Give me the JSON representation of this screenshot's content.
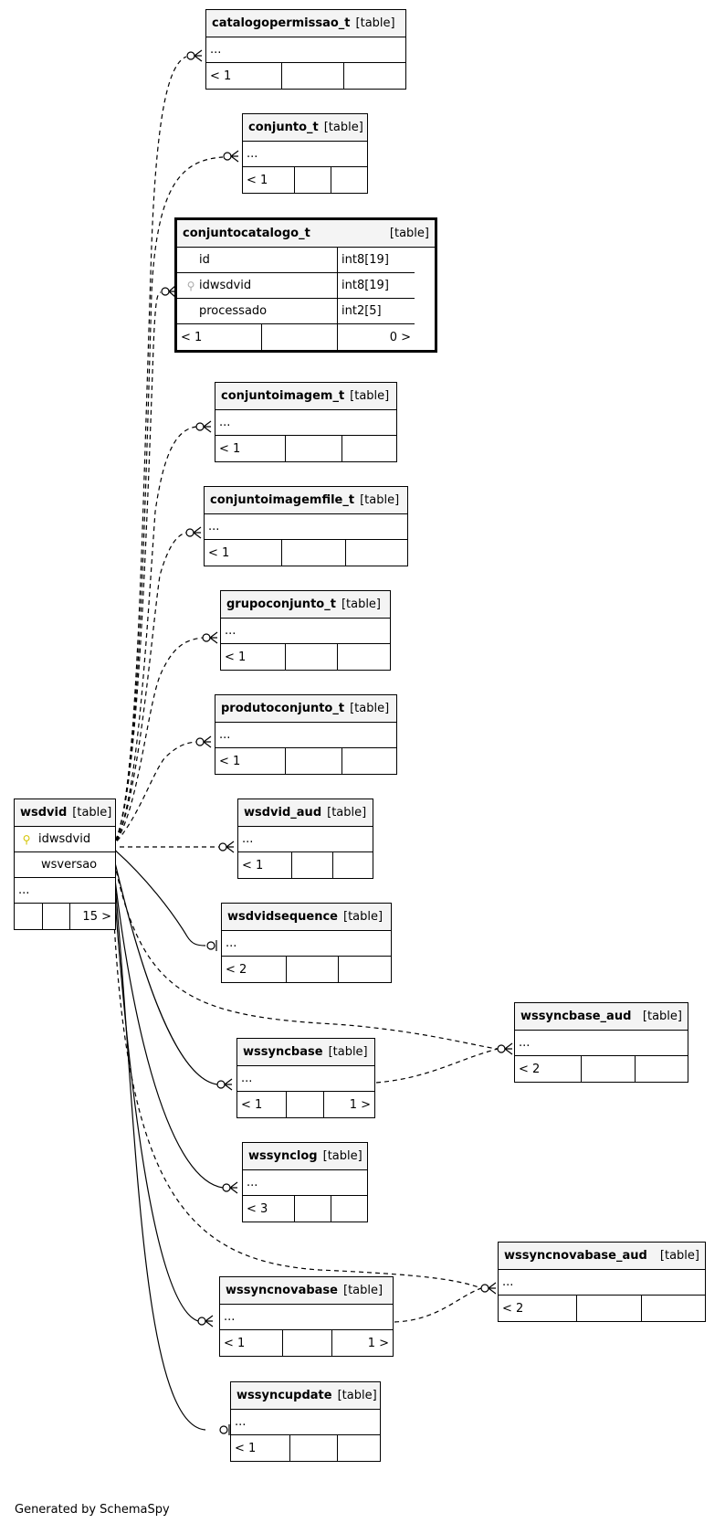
{
  "footer": "Generated by SchemaSpy",
  "tables": {
    "catalogopermissao_t": {
      "name": "catalogopermissao_t",
      "kind": "[table]",
      "ellipsis": "...",
      "parents": "< 1"
    },
    "conjunto_t": {
      "name": "conjunto_t",
      "kind": "[table]",
      "ellipsis": "...",
      "parents": "< 1"
    },
    "conjuntocatalogo_t": {
      "name": "conjuntocatalogo_t",
      "kind": "[table]",
      "parents": "< 1",
      "children": "0 >",
      "columns": [
        {
          "name": "id",
          "type": "int8[19]"
        },
        {
          "name": "idwsdvid",
          "type": "int8[19]"
        },
        {
          "name": "processado",
          "type": "int2[5]"
        }
      ]
    },
    "conjuntoimagem_t": {
      "name": "conjuntoimagem_t",
      "kind": "[table]",
      "ellipsis": "...",
      "parents": "< 1"
    },
    "conjuntoimagemfile_t": {
      "name": "conjuntoimagemfile_t",
      "kind": "[table]",
      "ellipsis": "...",
      "parents": "< 1"
    },
    "grupoconjunto_t": {
      "name": "grupoconjunto_t",
      "kind": "[table]",
      "ellipsis": "...",
      "parents": "< 1"
    },
    "produtoconjunto_t": {
      "name": "produtoconjunto_t",
      "kind": "[table]",
      "ellipsis": "...",
      "parents": "< 1"
    },
    "wsdvid": {
      "name": "wsdvid",
      "kind": "[table]",
      "ellipsis": "...",
      "children": "15 >",
      "columns": [
        {
          "name": "idwsdvid"
        },
        {
          "name": "wsversao"
        }
      ]
    },
    "wsdvid_aud": {
      "name": "wsdvid_aud",
      "kind": "[table]",
      "ellipsis": "...",
      "parents": "< 1"
    },
    "wsdvidsequence": {
      "name": "wsdvidsequence",
      "kind": "[table]",
      "ellipsis": "...",
      "parents": "< 2"
    },
    "wssyncbase_aud": {
      "name": "wssyncbase_aud",
      "kind": "[table]",
      "ellipsis": "...",
      "parents": "< 2"
    },
    "wssyncbase": {
      "name": "wssyncbase",
      "kind": "[table]",
      "ellipsis": "...",
      "parents": "< 1",
      "children": "1 >"
    },
    "wssynclog": {
      "name": "wssynclog",
      "kind": "[table]",
      "ellipsis": "...",
      "parents": "< 3"
    },
    "wssyncnovabase_aud": {
      "name": "wssyncnovabase_aud",
      "kind": "[table]",
      "ellipsis": "...",
      "parents": "< 2"
    },
    "wssyncnovabase": {
      "name": "wssyncnovabase",
      "kind": "[table]",
      "ellipsis": "...",
      "parents": "< 1",
      "children": "1 >"
    },
    "wssyncupdate": {
      "name": "wssyncupdate",
      "kind": "[table]",
      "ellipsis": "...",
      "parents": "< 1"
    }
  }
}
